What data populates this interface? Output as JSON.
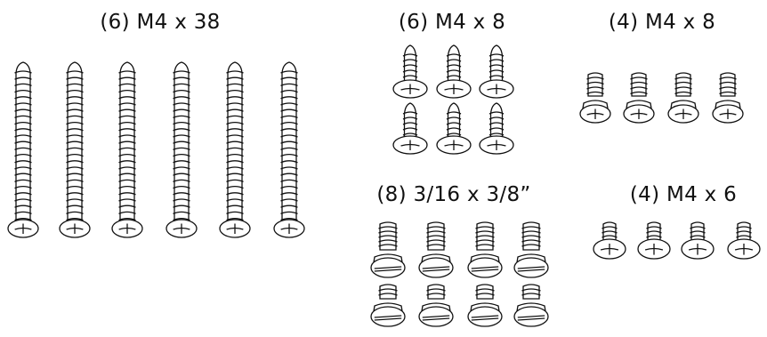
{
  "groups": [
    {
      "label": "(6) M4 x 38",
      "count": 6,
      "kind": "long-phillips"
    },
    {
      "label": "(6) M4 x 8",
      "count": 6,
      "kind": "tapping-phillips"
    },
    {
      "label": "(4) M4 x 8",
      "count": 4,
      "kind": "machine-phillips"
    },
    {
      "label": "(8) 3/16 x 3/8”",
      "count": 8,
      "kind": "machine-slotted"
    },
    {
      "label": "(4) M4 x 6",
      "count": 4,
      "kind": "short-phillips"
    }
  ]
}
